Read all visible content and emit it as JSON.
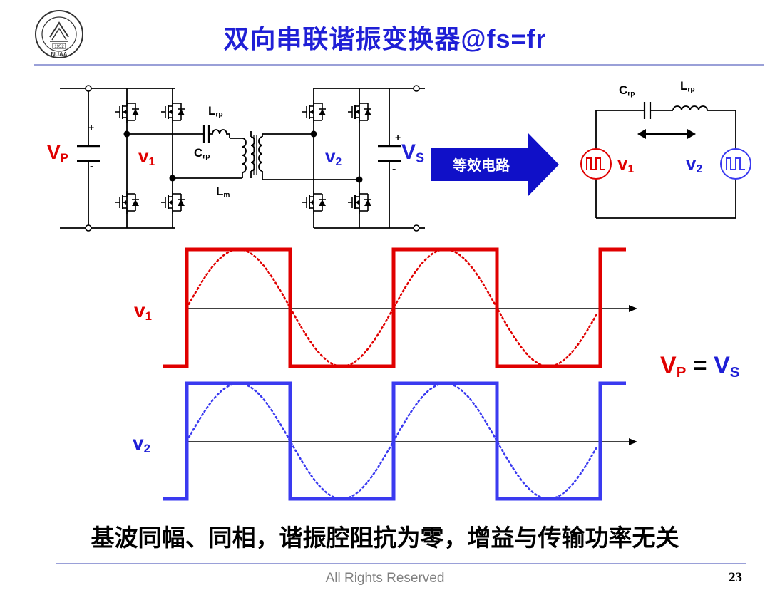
{
  "slide": {
    "title": "双向串联谐振变换器@fs=fr",
    "conclusion": "基波同幅、同相，谐振腔阻抗为零，增益与传输功率无关",
    "footer": "All Rights Reserved",
    "page_number": "23"
  },
  "logo": {
    "year": "1952",
    "text": "NUAA"
  },
  "circuit": {
    "vp_main": "V",
    "vp_sub": "P",
    "vs_main": "V",
    "vs_sub": "S",
    "v1_main": "v",
    "v1_sub": "1",
    "v2_main": "v",
    "v2_sub": "2",
    "lrp_main": "L",
    "lrp_sub": "rp",
    "crp_main": "C",
    "crp_sub": "rp",
    "lm_main": "L",
    "lm_sub": "m",
    "plus": "+",
    "minus": "-"
  },
  "arrow": {
    "label": "等效电路"
  },
  "equivalent": {
    "crp_main": "C",
    "crp_sub": "rp",
    "lrp_main": "L",
    "lrp_sub": "rp",
    "v1_main": "v",
    "v1_sub": "1",
    "v2_main": "v",
    "v2_sub": "2"
  },
  "waveforms": {
    "v1_main": "v",
    "v1_sub": "1",
    "v2_main": "v",
    "v2_sub": "2",
    "eq_vp_main": "V",
    "eq_vp_sub": "P",
    "eq_sign": "=",
    "eq_vs_main": "V",
    "eq_vs_sub": "S"
  },
  "colors": {
    "title": "#1f1fd6",
    "v1": "#e00000",
    "v2": "#3a3af0",
    "arrow": "#1010c8"
  }
}
